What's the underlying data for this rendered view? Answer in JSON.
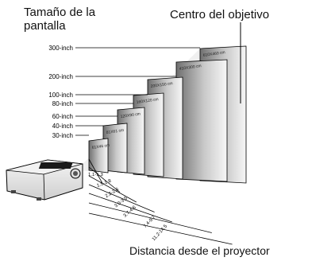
{
  "header": {
    "screen_size_label": "Tamaño de la pantalla",
    "lens_center_label": "Centro del objetivo",
    "distance_label": "Distancia desde el proyector"
  },
  "screens": [
    {
      "size": "30-inch",
      "dims": "61X46 cm",
      "distance": "1.1-1.3"
    },
    {
      "size": "40-inch",
      "dims": "81X61 cm",
      "distance": "1.5-1.8"
    },
    {
      "size": "60-inch",
      "dims": "120X90 cm",
      "distance": "2.2-2.6"
    },
    {
      "size": "80-inch",
      "dims": "160X120 cm",
      "distance": "3.0-3.5"
    },
    {
      "size": "100-inch",
      "dims": "200X150 cm",
      "distance": "3.7-4.6"
    },
    {
      "size": "200-inch",
      "dims": "410X300 cm",
      "distance": "7.4-9.7"
    },
    {
      "size": "300-inch",
      "dims": "610X460 cm",
      "distance": "11.2-14.5"
    }
  ],
  "colors": {
    "screen_dark": "#6f6f6f",
    "screen_light": "#f7f7f7",
    "line": "#000000"
  }
}
